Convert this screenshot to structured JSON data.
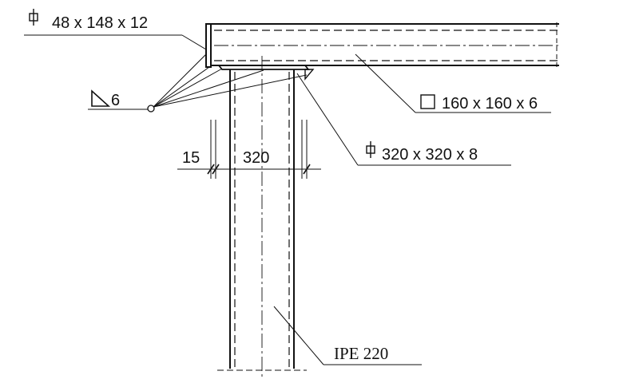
{
  "labels": {
    "plate_small": "48 x 148 x 12",
    "weld": "6",
    "beam": "160 x 160 x 6",
    "plate_base": "320 x 320 x 8",
    "dim_left": "15",
    "dim_main": "320",
    "column": "IPE 220"
  },
  "colors": {
    "line": "#111111",
    "background": "#ffffff"
  }
}
